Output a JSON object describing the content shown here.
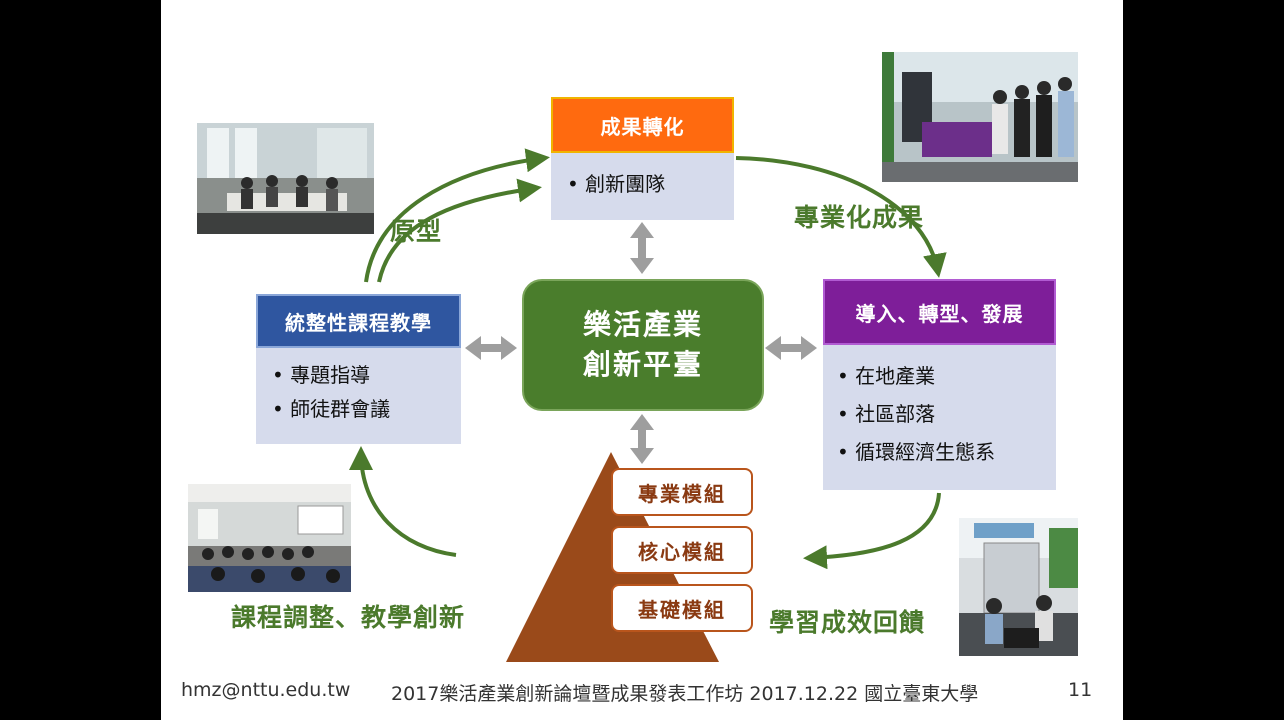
{
  "diagram": {
    "top_box": {
      "title": "成果轉化",
      "items": [
        "創新團隊"
      ]
    },
    "left_box": {
      "title": "統整性課程教學",
      "items": [
        "專題指導",
        "師徒群會議"
      ]
    },
    "right_box": {
      "title": "導入、轉型、發展",
      "items": [
        "在地產業",
        "社區部落",
        "循環經濟生態系"
      ]
    },
    "center": {
      "line1": "樂活產業",
      "line2": "創新平臺"
    },
    "pyramid_modules": [
      "專業模組",
      "核心模組",
      "基礎模組"
    ],
    "cycle_labels": {
      "top_left": "原型",
      "top_right": "專業化成果",
      "bottom_left": "課程調整、教學創新",
      "bottom_right": "學習成效回饋"
    }
  },
  "footer": {
    "email": "hmz@nttu.edu.tw",
    "event": "2017樂活產業創新論壇暨成果發表工作坊  2017.12.22 國立臺東大學",
    "page_number": "11"
  },
  "colors": {
    "arrow_green": "#4b7a2c",
    "top_box": "#ff6a0f",
    "left_box": "#2f56a0",
    "right_box": "#7e1e99",
    "center_box": "#4a7d2c",
    "pyramid": "#9a4a1a",
    "box_body": "#d6dbec"
  }
}
